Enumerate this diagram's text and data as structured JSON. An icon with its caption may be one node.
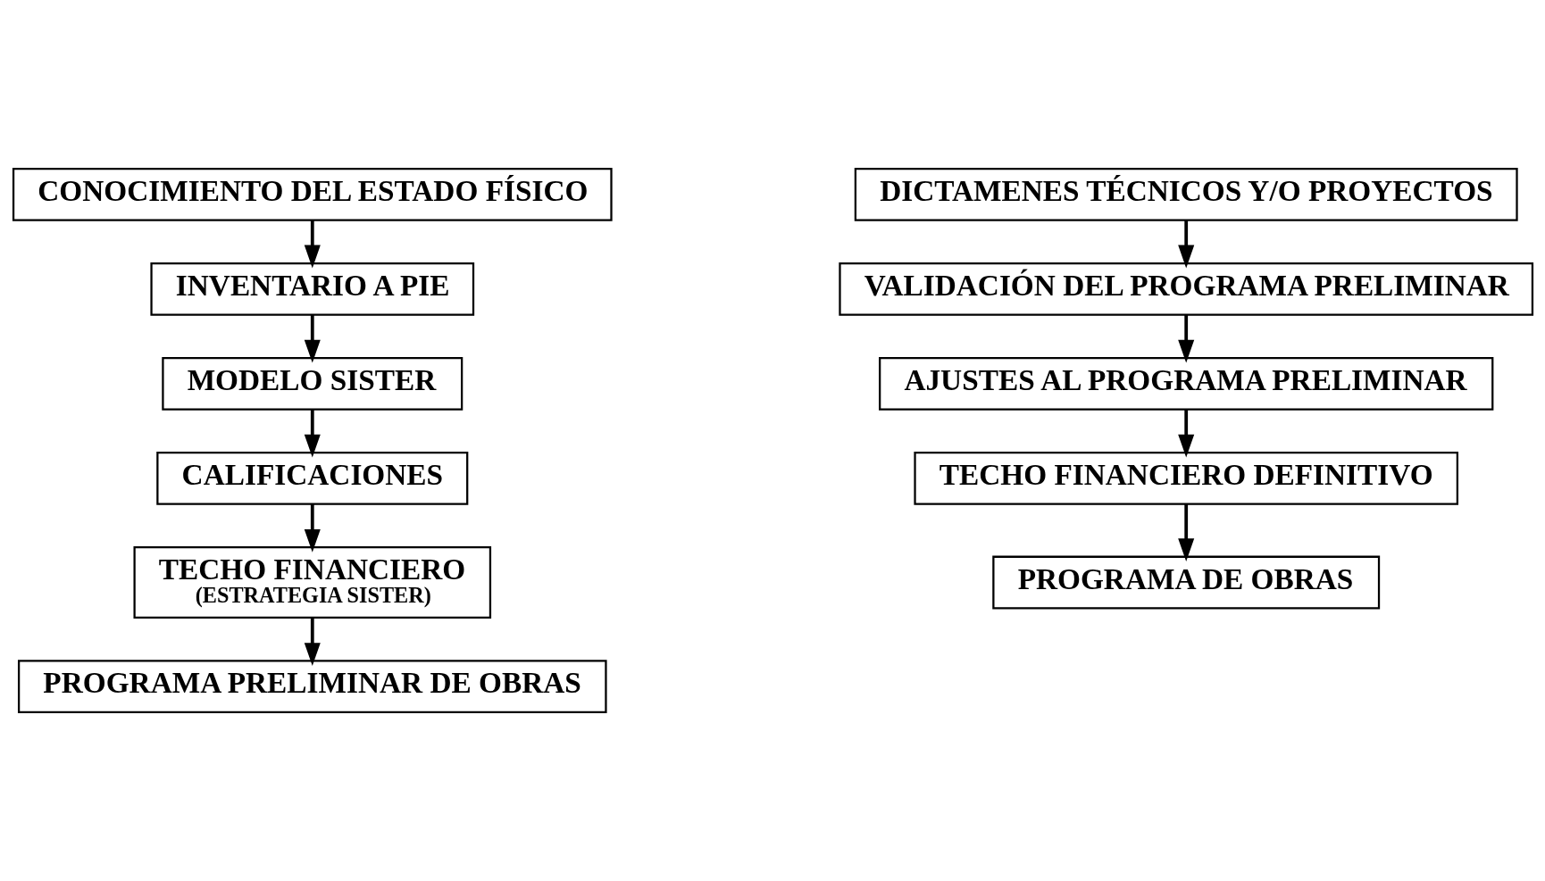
{
  "diagram": {
    "nodes": [
      {
        "text": [
          "CONOCIMIENTO DEL ESTADO FÍSICO"
        ]
      },
      {
        "text": [
          "INVENTARIO A PIE"
        ]
      },
      {
        "text": [
          "MODELO SISTER"
        ]
      },
      {
        "text": [
          "CALIFICACIONES"
        ]
      },
      {
        "text": [
          "TECHO FINANCIERO",
          "(ESTRATEGIA SISTER)"
        ]
      },
      {
        "text": [
          "PROGRAMA PRELIMINAR DE OBRAS"
        ]
      },
      {
        "text": [
          "DICTAMENES TÉCNICOS Y/O PROYECTOS"
        ]
      },
      {
        "text": [
          "VALIDACIÓN DEL PROGRAMA PRELIMINAR"
        ]
      },
      {
        "text": [
          "AJUSTES AL PROGRAMA PRELIMINAR"
        ]
      },
      {
        "text": [
          "TECHO FINANCIERO DEFINITIVO"
        ]
      },
      {
        "text": [
          "PROGRAMA DE OBRAS"
        ]
      }
    ],
    "edges": [
      {
        "from": 0,
        "to": 1,
        "arrow": "to"
      },
      {
        "from": 1,
        "to": 2,
        "arrow": "to"
      },
      {
        "from": 2,
        "to": 3,
        "arrow": "to"
      },
      {
        "from": 3,
        "to": 4,
        "arrow": "to"
      },
      {
        "from": 4,
        "to": 5,
        "arrow": "to"
      },
      {
        "from": 6,
        "to": 7,
        "arrow": "to"
      },
      {
        "from": 7,
        "to": 8,
        "arrow": "to"
      },
      {
        "from": 8,
        "to": 9,
        "arrow": "to"
      },
      {
        "from": 9,
        "to": 10,
        "arrow": "to"
      }
    ]
  }
}
